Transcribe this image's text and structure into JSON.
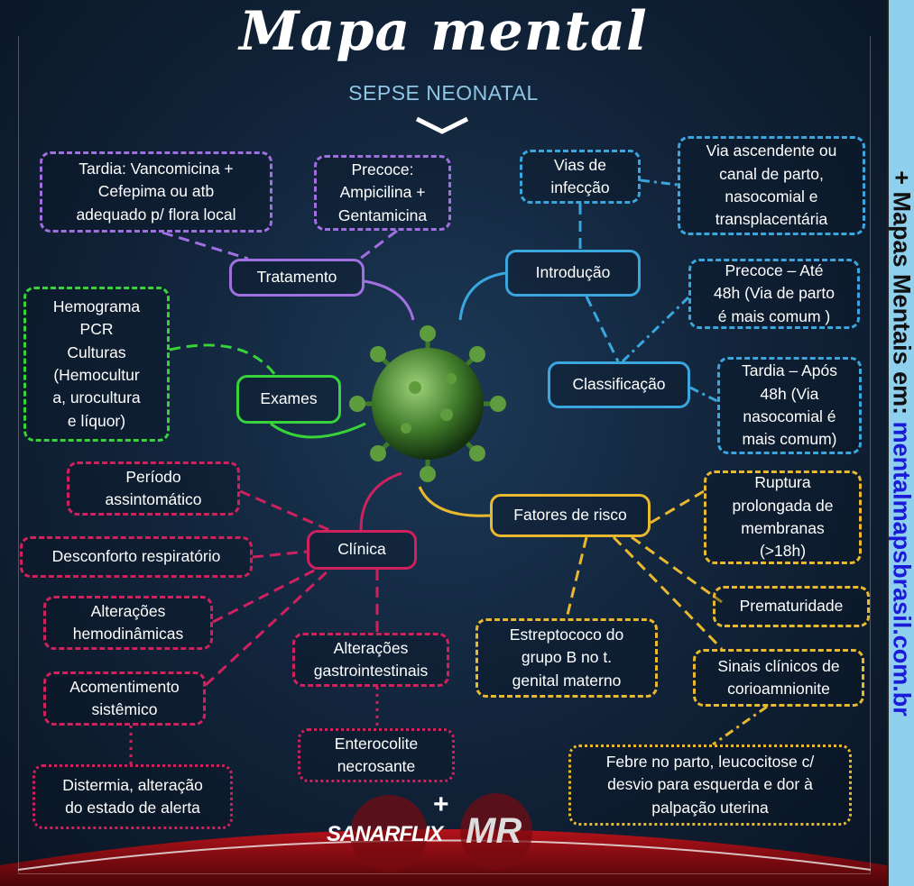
{
  "header": {
    "title": "Mapa mental",
    "subtitle": "SEPSE NEONATAL"
  },
  "sidebar": {
    "prefix": "+ Mapas Mentais em: ",
    "url": "mentalmapsbrasil.com.br"
  },
  "nodes": {
    "tratamento": "Tratamento",
    "trat_tardia": "Tardia: Vancomicina +\nCefepima ou atb\nadequado p/ flora local",
    "trat_precoce": "Precoce:\nAmpicilina +\nGentamicina",
    "introducao": "Introdução",
    "vias": "Vias de\ninfecção",
    "vias_desc": "Via ascendente ou\ncanal  de parto,\nnasocomial e\ntransplacentária",
    "classificacao": "Classificação",
    "class_precoce": "Precoce – Até\n48h (Via de parto\né mais comum )",
    "class_tardia": "Tardia – Após\n48h (Via\nnasocomial é\nmais comum)",
    "exames": "Exames",
    "exames_lista": "Hemograma\nPCR\nCulturas\n(Hemocultur\na, urocultura\ne líquor)",
    "clinica": "Clínica",
    "periodo": "Período\nassintomático",
    "desconforto": "Desconforto respiratório",
    "hemodinamicas": "Alterações\nhemodinâmicas",
    "acometimento": "Acomentimento\nsistêmico",
    "distermia": "Distermia, alteração\ndo estado de alerta",
    "gastro": "Alterações\ngastrointestinais",
    "enterocolite": "Enterocolite\nnecrosante",
    "fatores": "Fatores de risco",
    "ruptura": "Ruptura\nprolongada de\nmembranas\n(>18h)",
    "prematuridade": "Prematuridade",
    "estreptococo": "Estreptococo do\ngrupo B no t.\ngenital materno",
    "sinais": "Sinais clínicos de\ncorioamnionite",
    "febre": "Febre no parto, leucocitose c/\ndesvio para esquerda e dor à\npalpação uterina"
  },
  "footer": {
    "logo1": "SANARFLIX",
    "plus": "+",
    "logo2": "MR"
  },
  "colors": {
    "purple": "#a070e0",
    "blue": "#3aa6dd",
    "green": "#38d23a",
    "pink": "#d0215f",
    "yellow": "#e8b92e"
  }
}
